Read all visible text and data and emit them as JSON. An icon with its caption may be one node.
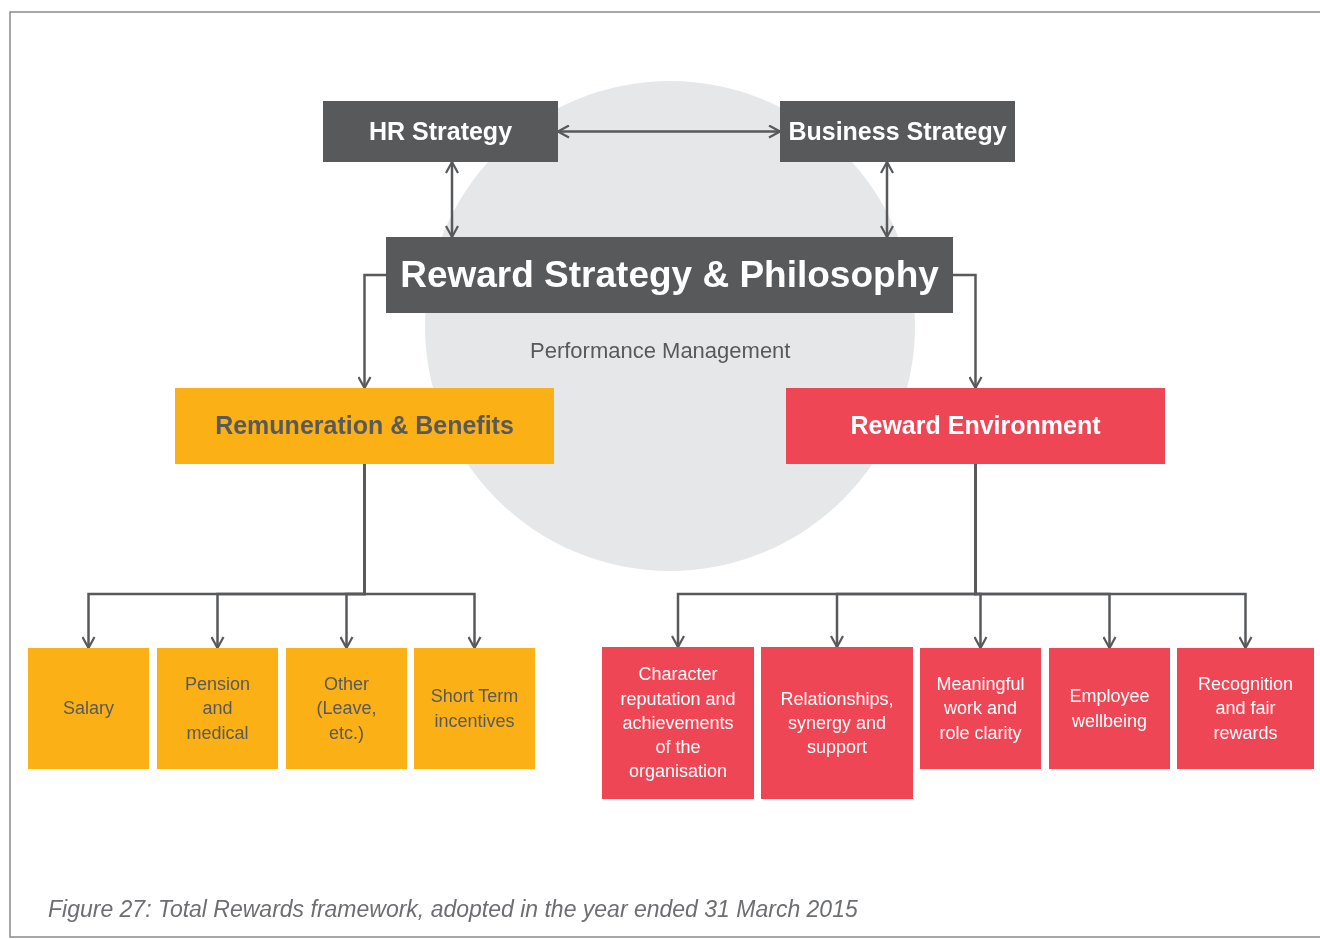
{
  "diagram": {
    "caption": "Figure 27: Total Rewards framework, adopted in the year ended 31 March 2015",
    "nodes": [
      {
        "text": [
          "HR Strategy"
        ]
      },
      {
        "text": [
          "Business Strategy"
        ]
      },
      {
        "text": [
          "Reward Strategy & Philosophy"
        ]
      },
      {
        "text": [
          "Remuneration & Benefits"
        ]
      },
      {
        "text": [
          "Reward Environment"
        ]
      },
      {
        "text": [
          "Salary"
        ]
      },
      {
        "text": [
          "Pension and medical"
        ]
      },
      {
        "text": [
          "Other (Leave, etc.)"
        ]
      },
      {
        "text": [
          "Short Term incentives"
        ]
      },
      {
        "text": [
          "Character reputation and achievements of the organisation"
        ]
      },
      {
        "text": [
          "Relationships, synergy and support"
        ]
      },
      {
        "text": [
          "Meaningful work and role clarity"
        ]
      },
      {
        "text": [
          "Employee wellbeing"
        ]
      },
      {
        "text": [
          "Recognition and fair rewards"
        ]
      }
    ],
    "edges": [
      {
        "from": 0,
        "to": 1,
        "arrow": "both"
      },
      {
        "from": 0,
        "to": 2,
        "arrow": "both"
      },
      {
        "from": 1,
        "to": 2,
        "arrow": "both"
      },
      {
        "from": 2,
        "to": 3,
        "arrow": "to"
      },
      {
        "from": 2,
        "to": 4,
        "arrow": "to"
      },
      {
        "from": 3,
        "to": 5,
        "arrow": "to"
      },
      {
        "from": 3,
        "to": 6,
        "arrow": "to"
      },
      {
        "from": 3,
        "to": 7,
        "arrow": "to"
      },
      {
        "from": 3,
        "to": 8,
        "arrow": "to"
      },
      {
        "from": 4,
        "to": 9,
        "arrow": "to"
      },
      {
        "from": 4,
        "to": 10,
        "arrow": "to"
      },
      {
        "from": 4,
        "to": 11,
        "arrow": "to"
      },
      {
        "from": 4,
        "to": 12,
        "arrow": "to"
      },
      {
        "from": 4,
        "to": 13,
        "arrow": "to"
      }
    ],
    "labels": [
      "Performance Management"
    ]
  }
}
